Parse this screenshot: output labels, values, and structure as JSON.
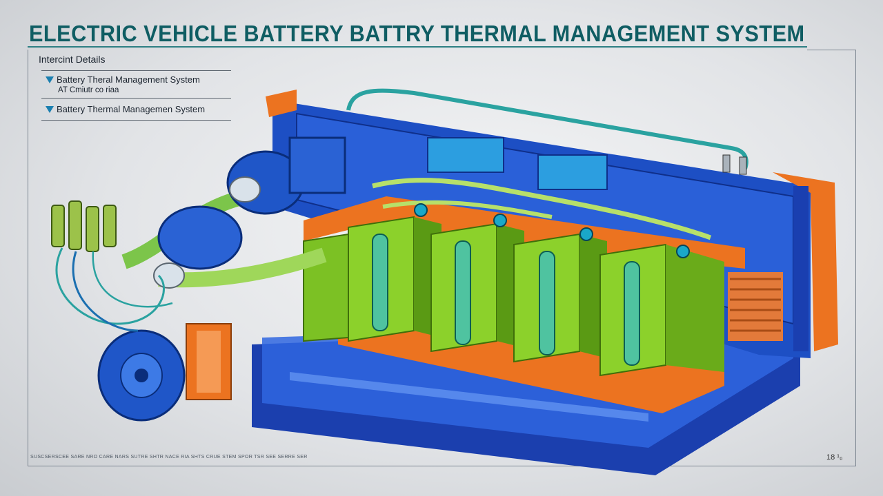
{
  "diagram": {
    "title": "ELECTRIC VEHICLE BATTERY BATTRY THERMAL MANAGEMENT SYSTEM",
    "details_panel": {
      "heading": "Intercint Details",
      "items": [
        {
          "label": "Battery Theral Management System",
          "sub": "AT   Cmiutr co riaa"
        },
        {
          "label": "Battery Thermal Managemen System",
          "sub": ""
        }
      ]
    },
    "footnote": "SUSCSERSCEE SARE NRO CARE NARS SUTRE SHTR NACE RIA SHTS CRUE STEM SPOR TSR SEE SERRE SER",
    "page_number": "18 ¹₀"
  },
  "colors": {
    "title": "#0f5d63",
    "rule": "#2d7f83",
    "frame_blue": "#1d4fc4",
    "frame_dark": "#0f2f8a",
    "orange": "#ec7320",
    "cell_green": "#8cd12b",
    "cell_dark": "#5a9a14",
    "coolant_tube": "#b7e06a",
    "teal_pipe": "#2aa2a0",
    "tray": "#1b3fae"
  },
  "icons": [
    "battery-cell-icon",
    "coolant-pipe-icon",
    "pump-motor-icon",
    "connector-icon"
  ]
}
